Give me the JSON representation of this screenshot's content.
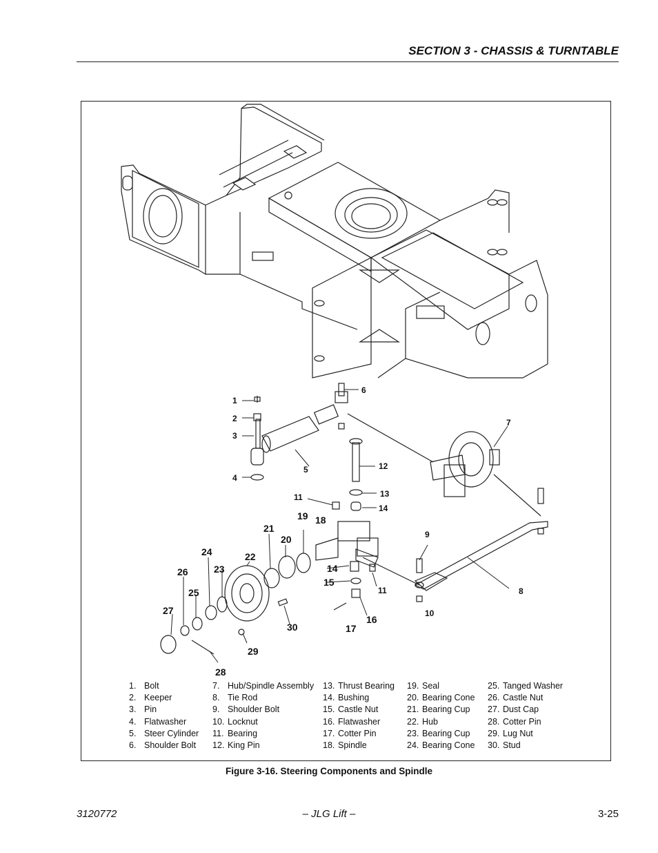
{
  "header": {
    "section_title": "SECTION 3 - CHASSIS & TURNTABLE"
  },
  "callouts": [
    "1",
    "2",
    "3",
    "4",
    "5",
    "6",
    "7",
    "8",
    "9",
    "10",
    "11",
    "12",
    "13",
    "14",
    "11",
    "14",
    "15",
    "16",
    "17",
    "18",
    "19",
    "20",
    "21",
    "22",
    "23",
    "24",
    "25",
    "26",
    "27",
    "28",
    "29",
    "30"
  ],
  "legend": {
    "col1": [
      {
        "n": "1.",
        "t": "Bolt"
      },
      {
        "n": "2.",
        "t": "Keeper"
      },
      {
        "n": "3.",
        "t": "Pin"
      },
      {
        "n": "4.",
        "t": "Flatwasher"
      },
      {
        "n": "5.",
        "t": "Steer Cylinder"
      },
      {
        "n": "6.",
        "t": "Shoulder Bolt"
      }
    ],
    "col2": [
      {
        "n": "7.",
        "t": "Hub/Spindle Assembly"
      },
      {
        "n": "8.",
        "t": "Tie Rod"
      },
      {
        "n": "9.",
        "t": "Shoulder Bolt"
      },
      {
        "n": "10.",
        "t": "Locknut"
      },
      {
        "n": "11.",
        "t": "Bearing"
      },
      {
        "n": "12.",
        "t": "King Pin"
      }
    ],
    "col3": [
      {
        "n": "13.",
        "t": "Thrust Bearing"
      },
      {
        "n": "14.",
        "t": "Bushing"
      },
      {
        "n": "15.",
        "t": "Castle Nut"
      },
      {
        "n": "16.",
        "t": "Flatwasher"
      },
      {
        "n": "17.",
        "t": "Cotter Pin"
      },
      {
        "n": "18.",
        "t": "Spindle"
      }
    ],
    "col4": [
      {
        "n": "19.",
        "t": "Seal"
      },
      {
        "n": "20.",
        "t": "Bearing Cone"
      },
      {
        "n": "21.",
        "t": "Bearing Cup"
      },
      {
        "n": "22.",
        "t": "Hub"
      },
      {
        "n": "23.",
        "t": "Bearing Cup"
      },
      {
        "n": "24.",
        "t": "Bearing Cone"
      }
    ],
    "col5": [
      {
        "n": "25.",
        "t": "Tanged Washer"
      },
      {
        "n": "26.",
        "t": "Castle Nut"
      },
      {
        "n": "27.",
        "t": "Dust Cap"
      },
      {
        "n": "28.",
        "t": "Cotter Pin"
      },
      {
        "n": "29.",
        "t": "Lug Nut"
      },
      {
        "n": "30.",
        "t": "Stud"
      }
    ]
  },
  "caption": "Figure 3-16.  Steering Components and Spindle",
  "footer": {
    "doc_number": "3120772",
    "company": "– JLG Lift –",
    "page": "3-25"
  }
}
